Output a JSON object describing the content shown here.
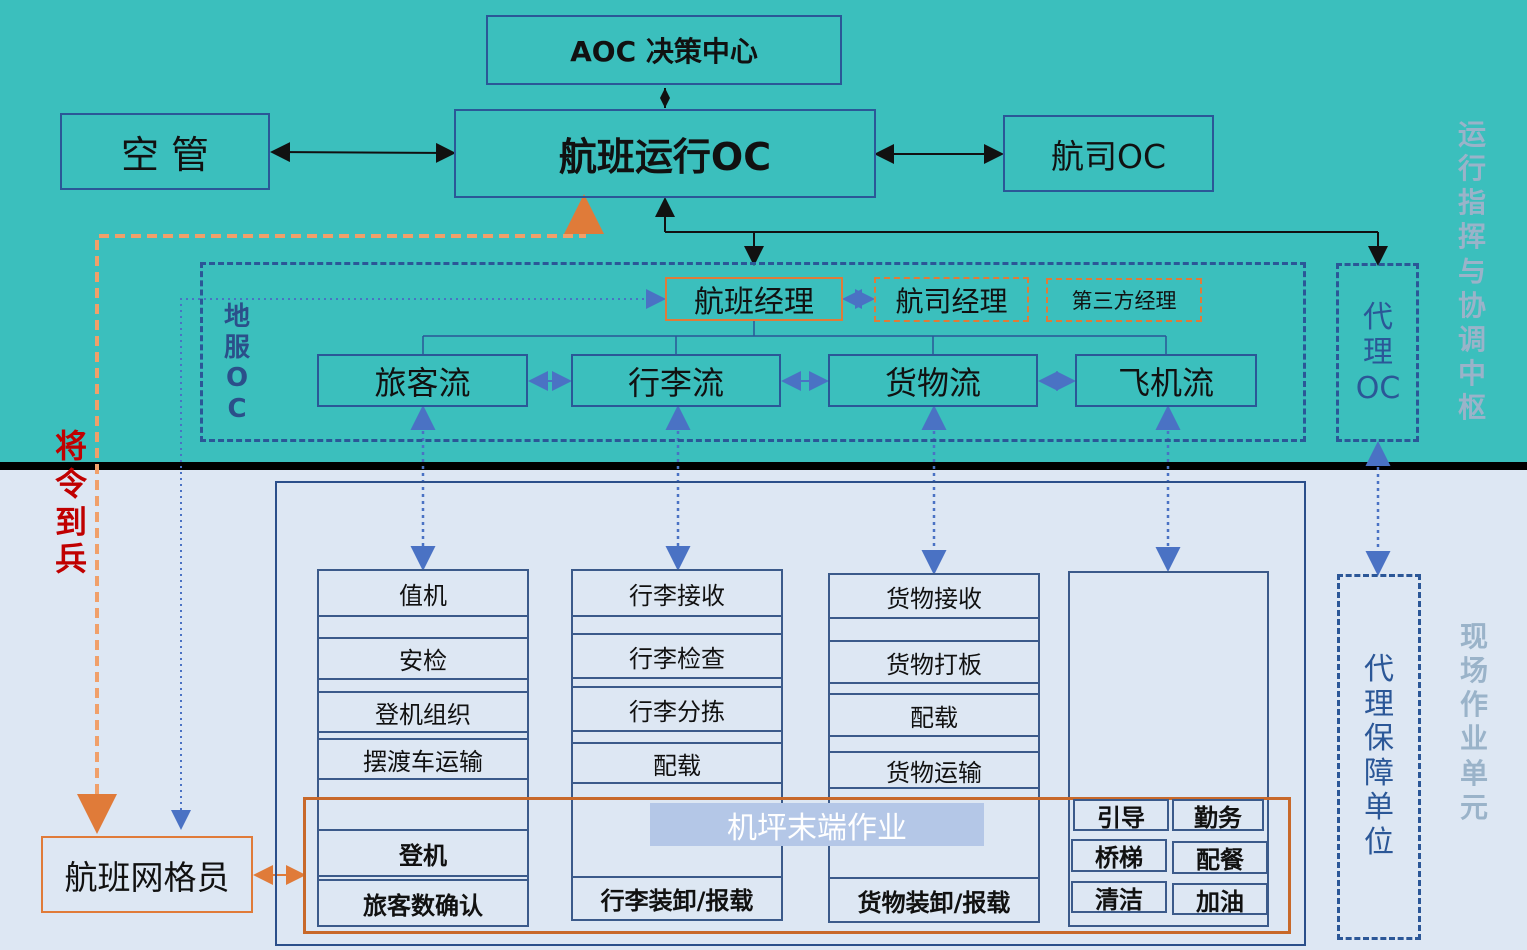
{
  "colors": {
    "top_band": "#3bbfbd",
    "bottom_band": "#dde7f3",
    "box_border": "#2b5797",
    "orange": "#e07b39",
    "arrow_blue": "#4a72c4",
    "red_text": "#c00000",
    "muted_text": "#9ab3c9"
  },
  "top": {
    "aoc": "AOC 决策中心",
    "atc": "空 管",
    "flight_oc": "航班运行OC",
    "airline_oc": "航司OC"
  },
  "ground_oc": {
    "label": "地服OC",
    "flight_manager": "航班经理",
    "airline_manager": "航司经理",
    "third_party_manager": "第三方经理",
    "flows": [
      "旅客流",
      "行李流",
      "货物流",
      "飞机流"
    ]
  },
  "agent_oc": "代理OC",
  "right_labels": {
    "top": "运行指挥与协调中枢",
    "bottom": "现场作业单元"
  },
  "command_label": "将令到兵",
  "grid_officer": "航班网格员",
  "agent_unit": "代理保障单位",
  "terminal_ops": "机坪末端作业",
  "passenger_tasks": {
    "items": [
      "值机",
      "安检",
      "登机组织",
      "摆渡车运输"
    ],
    "bold": [
      "登机",
      "旅客数确认"
    ]
  },
  "baggage_tasks": {
    "items": [
      "行李接收",
      "行李检查",
      "行李分拣",
      "配载"
    ],
    "bold": [
      "行李装卸/报载"
    ]
  },
  "cargo_tasks": {
    "items": [
      "货物接收",
      "货物打板",
      "配载",
      "货物运输"
    ],
    "bold": [
      "货物装卸/报载"
    ]
  },
  "aircraft_tasks": [
    "引导",
    "勤务",
    "桥梯",
    "配餐",
    "清洁",
    "加油"
  ]
}
